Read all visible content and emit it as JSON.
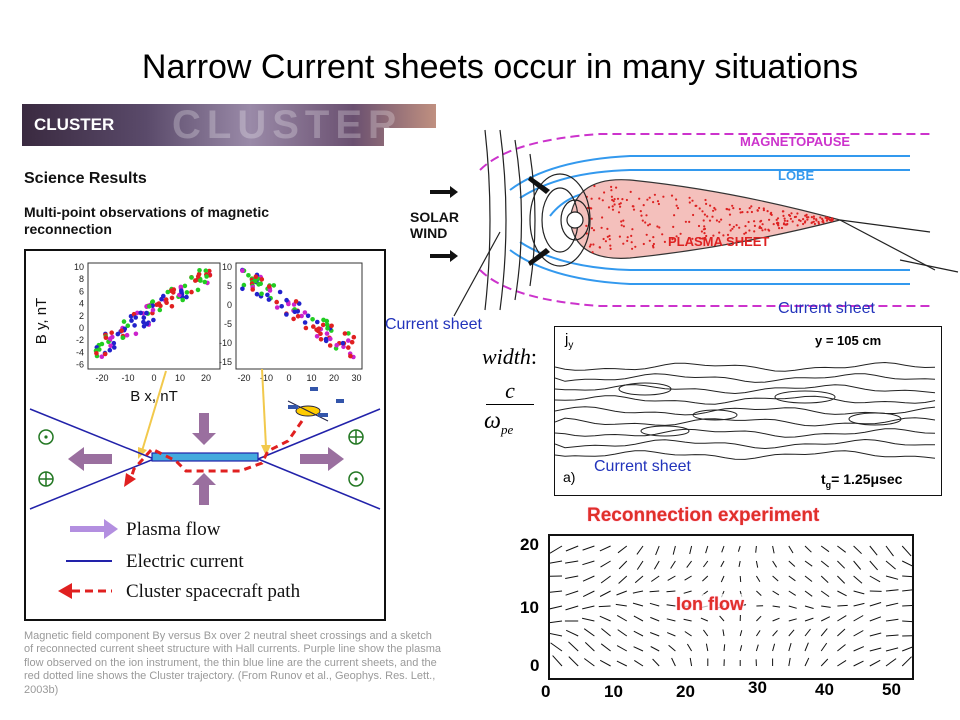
{
  "title": "Narrow Current sheets occur in many situations",
  "banner": {
    "label": "CLUSTER",
    "faded": "CLUSTER"
  },
  "left_panel": {
    "heading": "Science Results",
    "subheading": "Multi-point observations of magnetic reconnection",
    "plot1": {
      "ylabel": "B y, nT",
      "xlabel": "B x, nT",
      "yticks": [
        "10",
        "8",
        "6",
        "4",
        "2",
        "0",
        "-2",
        "-4",
        "-6"
      ],
      "xticks": [
        "-20",
        "-10",
        "0",
        "10",
        "20"
      ]
    },
    "plot2": {
      "yticks": [
        "10",
        "5",
        "0",
        "-5",
        "-10",
        "-15"
      ],
      "xticks": [
        "-20",
        "-10",
        "0",
        "10",
        "20",
        "30"
      ]
    },
    "legend": [
      "Plasma flow",
      "Electric current",
      "Cluster spacecraft path"
    ],
    "caption": "Magnetic field component By versus Bx over 2 neutral sheet crossings and a sketch of reconnected current sheet structure with Hall currents. Purple line show the plasma flow observed on the ion instrument, the thin blue line are the current sheets, and the red dotted line shows the Cluster trajectory. (From Runov et al., Geophys. Res. Lett., 2003b)"
  },
  "magnetosphere": {
    "labels": {
      "magnetopause": "MAGNETOPAUSE",
      "lobe": "LOBE",
      "solar": "SOLAR",
      "wind": "WIND",
      "plasma_sheet": "PLASMA SHEET"
    },
    "current_sheet_left": "Current sheet",
    "current_sheet_right": "Current sheet"
  },
  "formula": {
    "width": "width",
    "c": "c",
    "omega": "ω",
    "sub": "pe"
  },
  "contour": {
    "jy": "j",
    "jy_sub": "y",
    "y_label": "y = 105 cm",
    "panel": "a)",
    "tg": "t",
    "tg_sub": "g",
    "tg_val": "= 1.25μsec",
    "current_sheet": "Current sheet"
  },
  "experiment": {
    "title": "Reconnection experiment",
    "ion_flow": "Ion flow",
    "yticks": [
      "20",
      "10",
      "0"
    ],
    "xticks": [
      "0",
      "10",
      "20",
      "30",
      "40",
      "50"
    ]
  },
  "colors": {
    "blue_text": "#2233bb",
    "red_text": "#e0302a",
    "magenta": "#cc33cc",
    "lobe_blue": "#3399ee",
    "plasma_red": "#dd2222"
  }
}
